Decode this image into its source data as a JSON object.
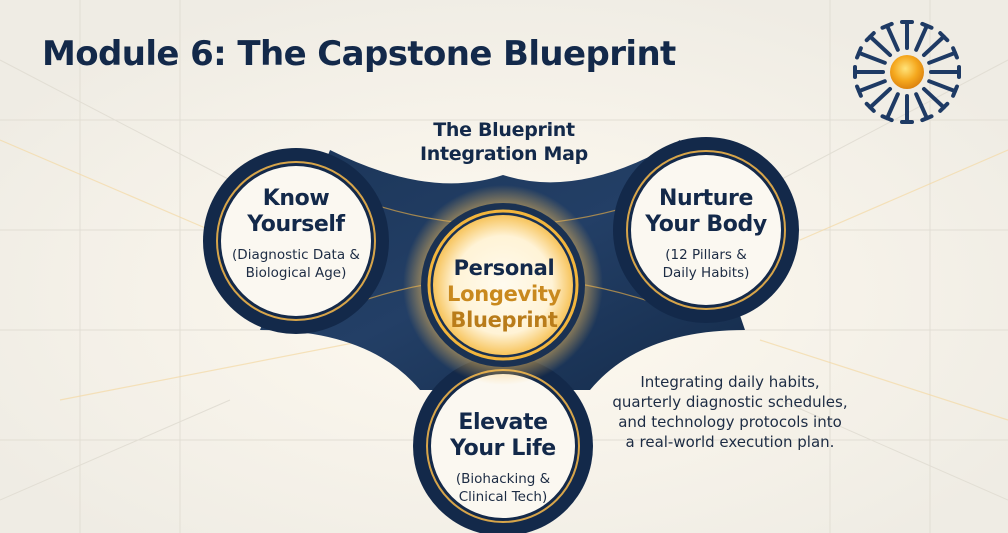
{
  "title": "Module 6: The Capstone Blueprint",
  "map_title": [
    "The Blueprint",
    "Integration Map"
  ],
  "center": [
    "Personal",
    "Longevity",
    "Blueprint"
  ],
  "nodes": [
    {
      "heading": [
        "Know",
        "Yourself"
      ],
      "detail": [
        "(Diagnostic Data &",
        "Biological Age)"
      ]
    },
    {
      "heading": [
        "Nurture",
        "Your Body"
      ],
      "detail": [
        "(12 Pillars &",
        "Daily Habits)"
      ]
    },
    {
      "heading": [
        "Elevate",
        "Your Life"
      ],
      "detail": [
        "(Biohacking &",
        "Clinical Tech)"
      ]
    }
  ],
  "description": [
    "Integrating daily habits,",
    "quarterly diagnostic schedules,",
    "and technology protocols into",
    "a real-world execution plan."
  ],
  "icons": {
    "logo": "sun-rays-logo-icon"
  },
  "colors": {
    "navy": "#13294a",
    "gold": "#c9891e",
    "background": "#f4f2ec",
    "node_fill": "#fbf8f1"
  }
}
